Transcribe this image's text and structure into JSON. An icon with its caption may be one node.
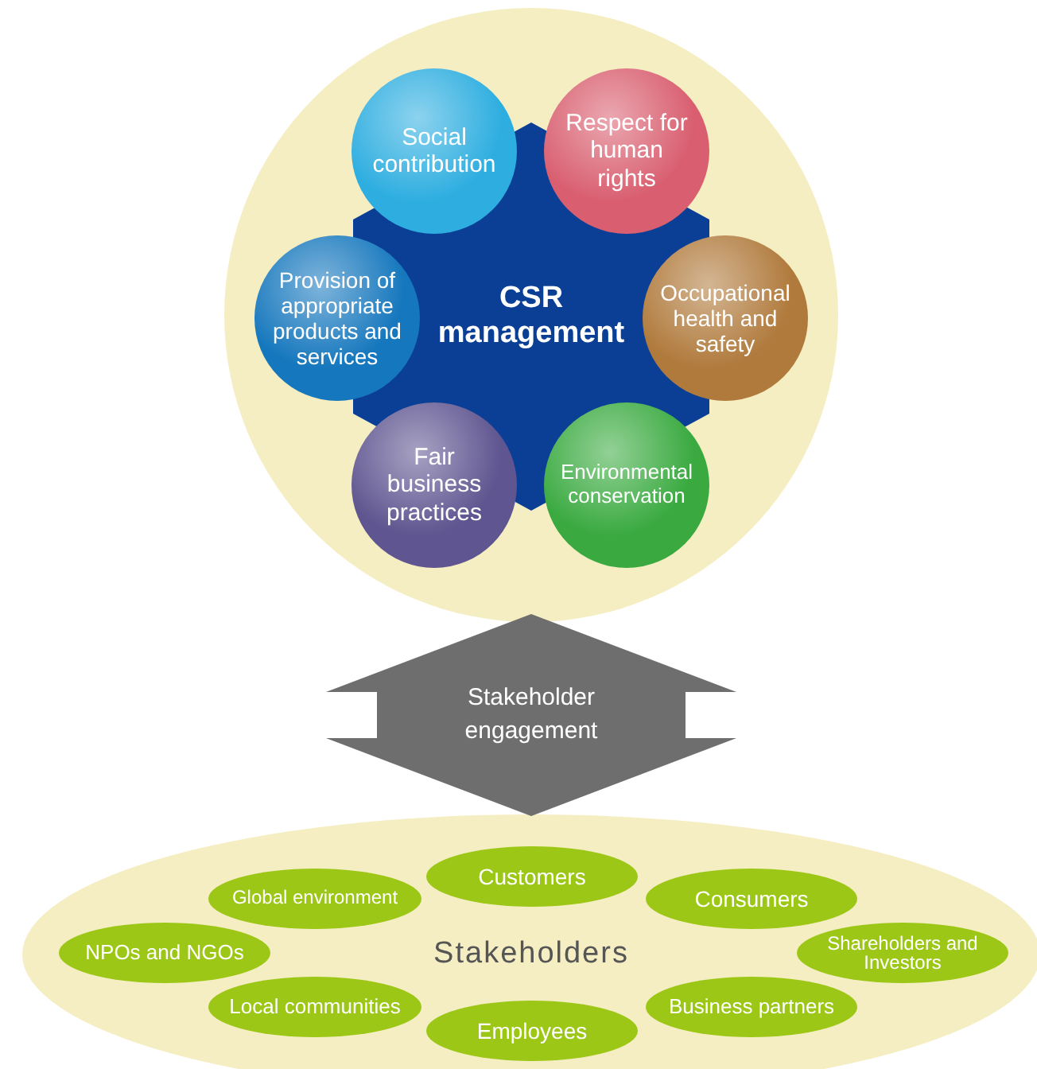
{
  "diagram": {
    "nodes": [
      {
        "text": [],
        "shape": "circle"
      },
      {
        "text": [
          "CSR management"
        ],
        "in": 0
      },
      {
        "text": [
          "Social contribution"
        ],
        "in": 0
      },
      {
        "text": [
          "Respect for human rights"
        ],
        "in": 0
      },
      {
        "text": [
          "Provision of appropriate products and services"
        ],
        "in": 0
      },
      {
        "text": [
          "Occupational health and safety"
        ],
        "in": 0
      },
      {
        "text": [
          "Fair business practices"
        ],
        "in": 0
      },
      {
        "text": [
          "Environmental conservation"
        ],
        "in": 0
      },
      {
        "text": [
          "Stakeholders"
        ]
      },
      {
        "text": [
          "Customers"
        ],
        "in": 8
      },
      {
        "text": [
          "Global environment"
        ],
        "in": 8
      },
      {
        "text": [
          "Consumers"
        ],
        "in": 8
      },
      {
        "text": [
          "NPOs and NGOs"
        ],
        "in": 8
      },
      {
        "text": [
          "Shareholders and Investors"
        ],
        "in": 8
      },
      {
        "text": [
          "Local communities"
        ],
        "in": 8
      },
      {
        "text": [
          "Business partners"
        ],
        "in": 8
      },
      {
        "text": [
          "Employees"
        ],
        "in": 8
      }
    ],
    "edges": [
      {
        "from": 0,
        "to": 8,
        "arrow": "both",
        "label": "Stakeholder engagement"
      }
    ]
  }
}
